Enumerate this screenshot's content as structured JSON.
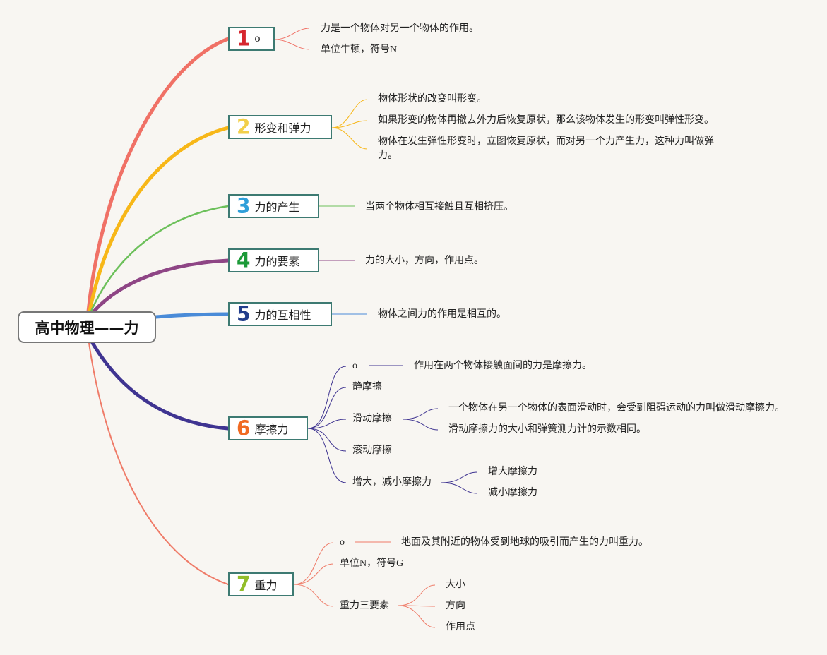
{
  "root": {
    "title": "高中物理——力"
  },
  "colors": {
    "t1": "#f07166",
    "t2": "#f7b718",
    "t3": "#6cc05a",
    "t4": "#8e4585",
    "t5": "#4a8bd8",
    "t6": "#3f3491",
    "t7": "#ef7b68",
    "num1": "#d6262e",
    "num2": "#f2cf4a",
    "num3": "#2f9fd9",
    "num4": "#1c9a38",
    "num5": "#223e8c",
    "num6": "#f06a22",
    "num7": "#93bd2a"
  },
  "topics": [
    {
      "num": "1",
      "label": "o",
      "items": [
        "力是一个物体对另一个物体的作用。",
        "单位牛顿，符号N"
      ]
    },
    {
      "num": "2",
      "label": "形变和弹力",
      "items": [
        "物体形状的改变叫形变。",
        "如果形变的物体再撤去外力后恢复原状，那么该物体发生的形变叫弹性形变。",
        "物体在发生弹性形变时，立图恢复原状，而对另一个力产生力，这种力叫做弹力。"
      ]
    },
    {
      "num": "3",
      "label": "力的产生",
      "items": [
        "当两个物体相互接触且互相挤压。"
      ]
    },
    {
      "num": "4",
      "label": "力的要素",
      "items": [
        "力的大小，方向，作用点。"
      ]
    },
    {
      "num": "5",
      "label": "力的互相性",
      "items": [
        "物体之间力的作用是相互的。"
      ]
    },
    {
      "num": "6",
      "label": "摩擦力",
      "items": [
        "o",
        "静摩擦",
        "滑动摩擦",
        "滚动摩擦",
        "增大，减小摩擦力"
      ],
      "o_detail": "作用在两个物体接触面间的力是摩擦力。",
      "sliding": [
        "一个物体在另一个物体的表面滑动时，会受到阻碍运动的力叫做滑动摩擦力。",
        "滑动摩擦力的大小和弹簧测力计的示数相同。"
      ],
      "change": [
        "增大摩擦力",
        "减小摩擦力"
      ]
    },
    {
      "num": "7",
      "label": "重力",
      "items": [
        "o",
        "单位N，符号G",
        "重力三要素"
      ],
      "o_detail": "地面及其附近的物体受到地球的吸引而产生的力叫重力。",
      "elements": [
        "大小",
        "方向",
        "作用点"
      ]
    }
  ]
}
